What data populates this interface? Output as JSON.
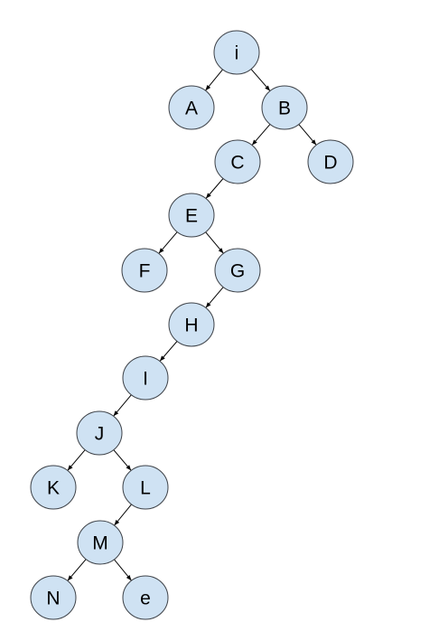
{
  "diagram": {
    "type": "binary-tree",
    "colors": {
      "node_fill": "#cfe2f3",
      "node_stroke": "#3d4147",
      "edge": "#000000",
      "label": "#000000",
      "background": "#ffffff"
    },
    "nodes": [
      {
        "id": "n_i",
        "label": "i"
      },
      {
        "id": "n_A",
        "label": "A"
      },
      {
        "id": "n_B",
        "label": "B"
      },
      {
        "id": "n_C",
        "label": "C"
      },
      {
        "id": "n_D",
        "label": "D"
      },
      {
        "id": "n_E",
        "label": "E"
      },
      {
        "id": "n_F",
        "label": "F"
      },
      {
        "id": "n_G",
        "label": "G"
      },
      {
        "id": "n_H",
        "label": "H"
      },
      {
        "id": "n_I",
        "label": "I"
      },
      {
        "id": "n_J",
        "label": "J"
      },
      {
        "id": "n_K",
        "label": "K"
      },
      {
        "id": "n_L",
        "label": "L"
      },
      {
        "id": "n_M",
        "label": "M"
      },
      {
        "id": "n_N",
        "label": "N"
      },
      {
        "id": "n_e",
        "label": "e"
      }
    ],
    "edges": [
      {
        "from": "n_i",
        "to": "n_A"
      },
      {
        "from": "n_i",
        "to": "n_B"
      },
      {
        "from": "n_B",
        "to": "n_C"
      },
      {
        "from": "n_B",
        "to": "n_D"
      },
      {
        "from": "n_C",
        "to": "n_E"
      },
      {
        "from": "n_E",
        "to": "n_F"
      },
      {
        "from": "n_E",
        "to": "n_G"
      },
      {
        "from": "n_G",
        "to": "n_H"
      },
      {
        "from": "n_H",
        "to": "n_I"
      },
      {
        "from": "n_I",
        "to": "n_J"
      },
      {
        "from": "n_J",
        "to": "n_K"
      },
      {
        "from": "n_J",
        "to": "n_L"
      },
      {
        "from": "n_L",
        "to": "n_M"
      },
      {
        "from": "n_M",
        "to": "n_N"
      },
      {
        "from": "n_M",
        "to": "n_e"
      }
    ]
  }
}
